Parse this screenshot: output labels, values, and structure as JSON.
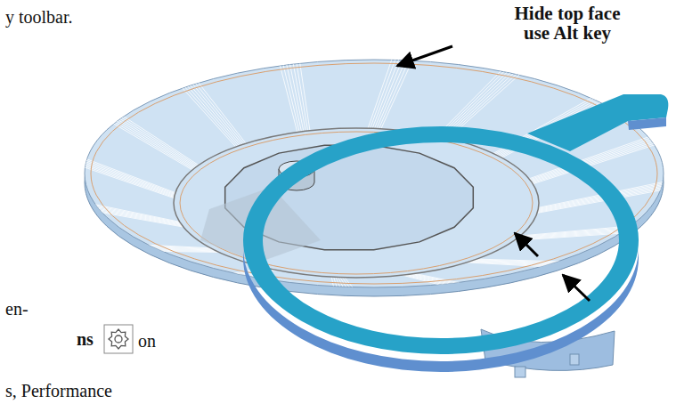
{
  "diagram": {
    "labels": [
      "y toolbar.",
      "Hide top face use Alt key",
      "en-",
      "ns",
      "on",
      "s, Performance"
    ]
  }
}
